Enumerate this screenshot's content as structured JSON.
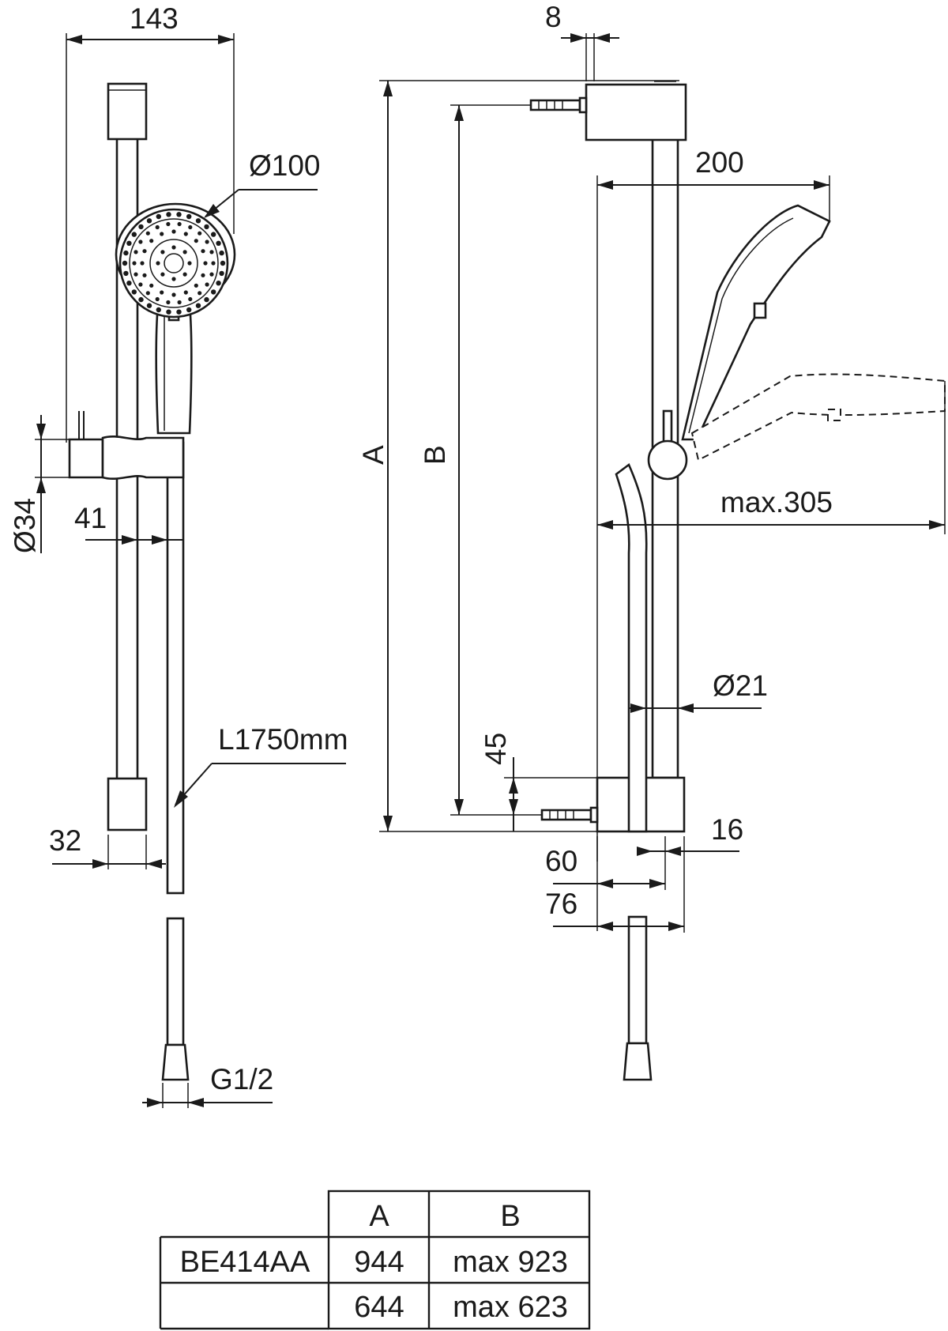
{
  "dimensions": {
    "width_143": "143",
    "dia_100": "Ø100",
    "dia_34": "Ø34",
    "w_41": "41",
    "hose_length": "L1750mm",
    "w_32": "32",
    "thread": "G1/2",
    "w_8": "8",
    "reach_200": "200",
    "max_305": "max.305",
    "dia_21": "Ø21",
    "h_45": "45",
    "w_16": "16",
    "w_60": "60",
    "w_76": "76",
    "label_a": "A",
    "label_b": "B"
  },
  "table": {
    "headers": [
      "",
      "A",
      "B"
    ],
    "rows": [
      [
        "BE414AA",
        "944",
        "max 923"
      ],
      [
        "",
        "644",
        "max 623"
      ]
    ]
  }
}
